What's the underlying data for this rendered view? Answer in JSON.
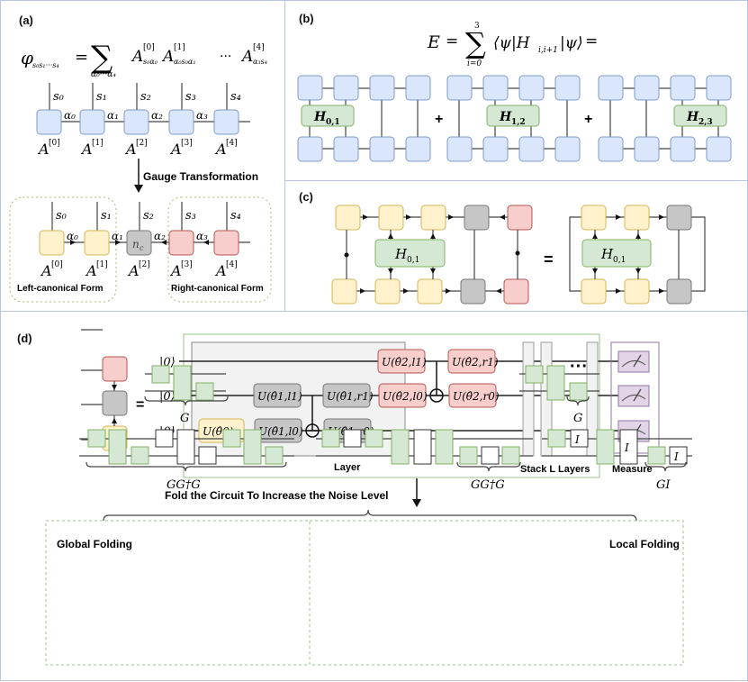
{
  "panels": {
    "a": {
      "label": "(a)",
      "equation": {
        "lhs": "φ",
        "lhs_sub": "s₀s₁···s₄",
        "eq": "=",
        "sum": "∑",
        "sum_sub": "α₀···α₄",
        "rhs": "A[0]s₀α₀ A[1]α₀s₀α₁ ··· A[4]α₃s₄"
      },
      "physical_indices": [
        "s0",
        "s1",
        "s2",
        "s3",
        "s4"
      ],
      "bond_indices": [
        "α0",
        "α1",
        "α2",
        "α3"
      ],
      "tensors": [
        "A[0]",
        "A[1]",
        "A[2]",
        "A[3]",
        "A[4]"
      ],
      "arrow_label": "Gauge Transformation",
      "center_label": "n_c",
      "left_form_label": "Left-canonical Form",
      "right_form_label": "Right-canonical Form"
    },
    "b": {
      "label": "(b)",
      "equation": "E = ∑_{i=0}^{3} ⟨ψ|H_{i,i+1}|ψ⟩ =",
      "terms": [
        "H0,1",
        "H1,2",
        "H2,3"
      ],
      "operator": "+"
    },
    "c": {
      "label": "(c)",
      "operator_label": "H0,1",
      "equals": "="
    },
    "d": {
      "label": "(d)",
      "equals": "=",
      "qubits": [
        "|0⟩",
        "|0⟩",
        "|0⟩"
      ],
      "gates": {
        "u0": "U(θ̂0)",
        "u1l1": "U(θ̂1,l1)",
        "u1l0": "U(θ̂1,l0)",
        "u1r1": "U(θ̂1,r1)",
        "u1r0": "U(θ̂1,r0)",
        "u2l1": "U(θ̂2,l1)",
        "u2l0": "U(θ̂2,l0)",
        "u2r1": "U(θ̂2,r1)",
        "u2r0": "U(θ̂2,r0)"
      },
      "layer_label": "Layer",
      "stack_label": "Stack  L  Layers",
      "ellipsis": "···",
      "measure_label": "Measure",
      "fold_label": "Fold the Circuit To Increase the Noise Level",
      "global_label": "Global Folding",
      "local_label": "Local Folding",
      "brace_G": "G",
      "brace_GGdG": "GG†G",
      "brace_GI": "GI",
      "identity": "I"
    }
  }
}
